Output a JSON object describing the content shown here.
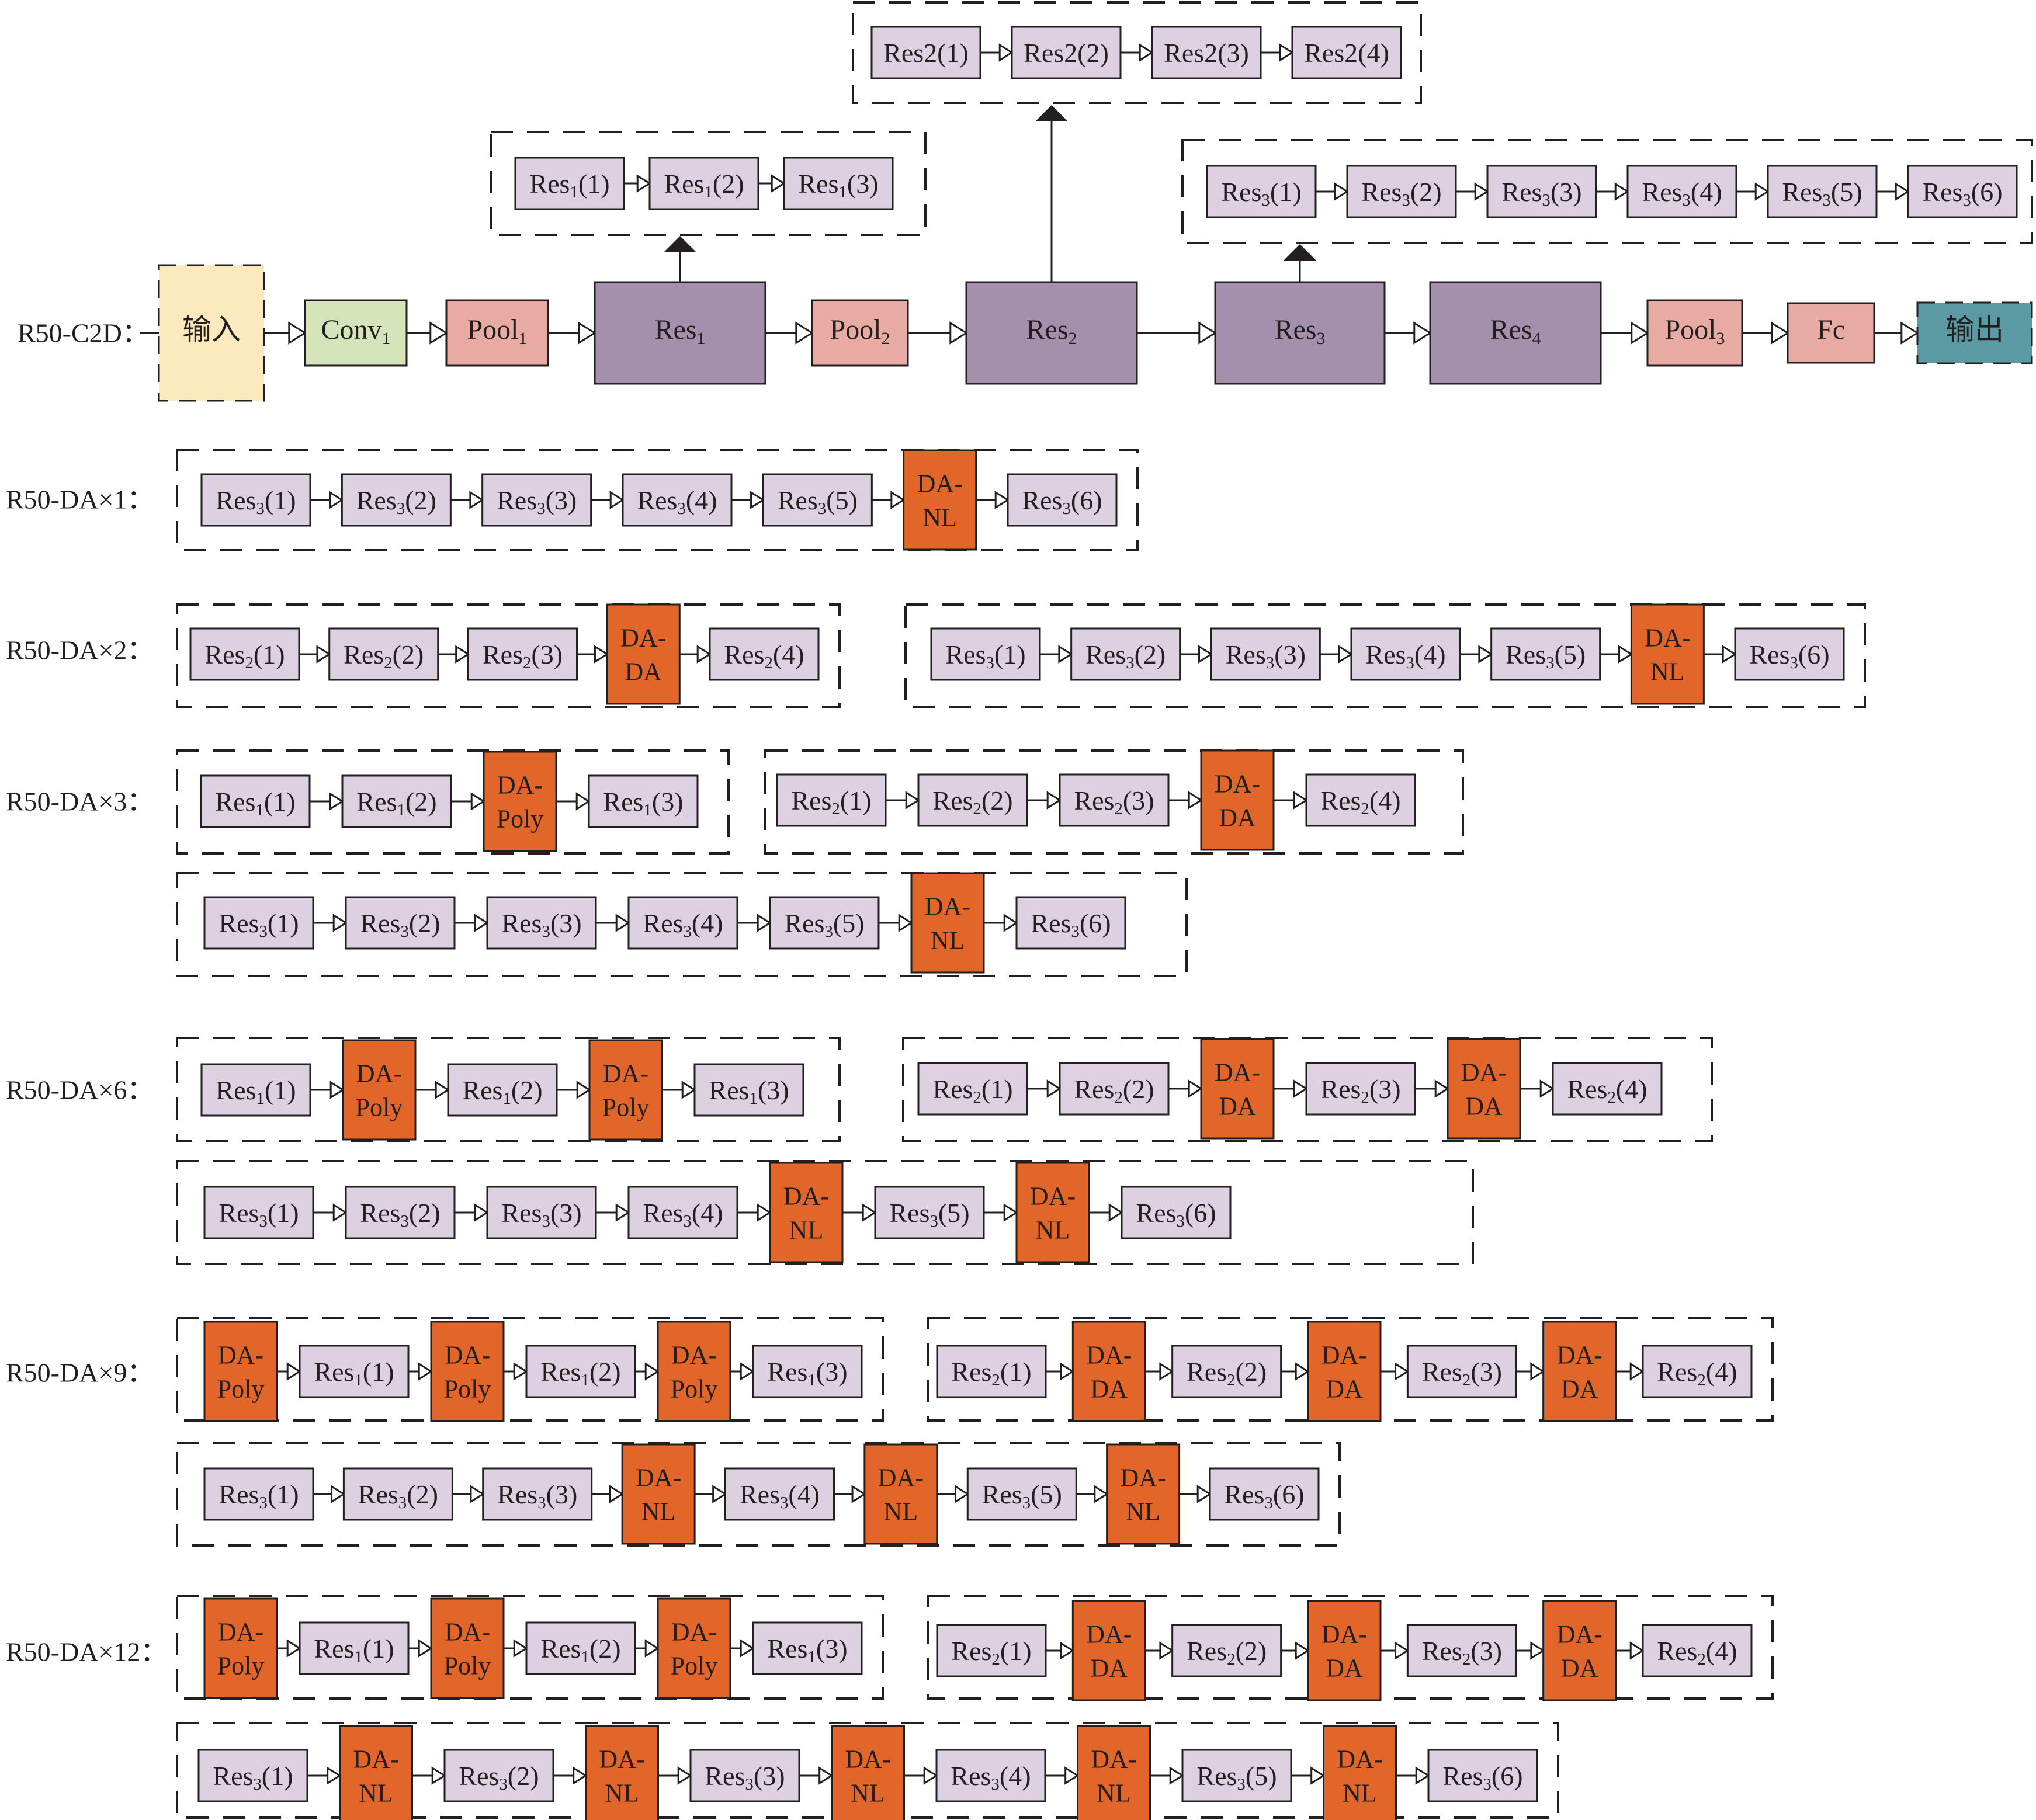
{
  "colors": {
    "res_small": "#ddd0e0",
    "res_big": "#a48fad",
    "da": "#e2652a",
    "input": "#fce9bd",
    "conv": "#d6e4bc",
    "pool": "#e8aba4",
    "output": "#5b9aa3",
    "line": "#231f20"
  },
  "main": {
    "row_label": "R50-C2D：",
    "nodes": [
      {
        "text": "输入"
      },
      {
        "base": "Conv",
        "sub": "1"
      },
      {
        "base": "Pool",
        "sub": "1"
      },
      {
        "base": "Res",
        "sub": "1"
      },
      {
        "base": "Pool",
        "sub": "2"
      },
      {
        "base": "Res",
        "sub": "2"
      },
      {
        "base": "Res",
        "sub": "3"
      },
      {
        "base": "Res",
        "sub": "4"
      },
      {
        "base": "Pool",
        "sub": "3"
      },
      {
        "text": "Fc"
      },
      {
        "text": "输出"
      }
    ],
    "res1_expansion": [
      {
        "base": "Res",
        "sub": "1",
        "suffix": "(1)"
      },
      {
        "base": "Res",
        "sub": "1",
        "suffix": "(2)"
      },
      {
        "base": "Res",
        "sub": "1",
        "suffix": "(3)"
      }
    ],
    "res2_expansion": [
      {
        "text": "Res2(1)"
      },
      {
        "text": "Res2(2)"
      },
      {
        "text": "Res2(3)"
      },
      {
        "text": "Res2(4)"
      }
    ],
    "res3_expansion": [
      {
        "base": "Res",
        "sub": "3",
        "suffix": "(1)"
      },
      {
        "base": "Res",
        "sub": "3",
        "suffix": "(2)"
      },
      {
        "base": "Res",
        "sub": "3",
        "suffix": "(3)"
      },
      {
        "base": "Res",
        "sub": "3",
        "suffix": "(4)"
      },
      {
        "base": "Res",
        "sub": "3",
        "suffix": "(5)"
      },
      {
        "base": "Res",
        "sub": "3",
        "suffix": "(6)"
      }
    ]
  },
  "variants": [
    {
      "label": "R50-DA×1：",
      "groups": [
        [
          {
            "base": "Res",
            "sub": "3",
            "suffix": "(1)"
          },
          {
            "base": "Res",
            "sub": "3",
            "suffix": "(2)"
          },
          {
            "base": "Res",
            "sub": "3",
            "suffix": "(3)"
          },
          {
            "base": "Res",
            "sub": "3",
            "suffix": "(4)"
          },
          {
            "base": "Res",
            "sub": "3",
            "suffix": "(5)"
          },
          {
            "da": true,
            "line1": "DA-",
            "line2": "NL"
          },
          {
            "base": "Res",
            "sub": "3",
            "suffix": "(6)"
          }
        ]
      ]
    },
    {
      "label": "R50-DA×2：",
      "groups": [
        [
          {
            "base": "Res",
            "sub": "2",
            "suffix": "(1)"
          },
          {
            "base": "Res",
            "sub": "2",
            "suffix": "(2)"
          },
          {
            "base": "Res",
            "sub": "2",
            "suffix": "(3)"
          },
          {
            "da": true,
            "line1": "DA-",
            "line2": "DA"
          },
          {
            "base": "Res",
            "sub": "2",
            "suffix": "(4)"
          }
        ],
        [
          {
            "base": "Res",
            "sub": "3",
            "suffix": "(1)"
          },
          {
            "base": "Res",
            "sub": "3",
            "suffix": "(2)"
          },
          {
            "base": "Res",
            "sub": "3",
            "suffix": "(3)"
          },
          {
            "base": "Res",
            "sub": "3",
            "suffix": "(4)"
          },
          {
            "base": "Res",
            "sub": "3",
            "suffix": "(5)"
          },
          {
            "da": true,
            "line1": "DA-",
            "line2": "NL"
          },
          {
            "base": "Res",
            "sub": "3",
            "suffix": "(6)"
          }
        ]
      ]
    },
    {
      "label": "R50-DA×3：",
      "groups": [
        [
          {
            "base": "Res",
            "sub": "1",
            "suffix": "(1)"
          },
          {
            "base": "Res",
            "sub": "1",
            "suffix": "(2)"
          },
          {
            "da": true,
            "line1": "DA-",
            "line2": "Poly"
          },
          {
            "base": "Res",
            "sub": "1",
            "suffix": "(3)"
          }
        ],
        [
          {
            "base": "Res",
            "sub": "2",
            "suffix": "(1)"
          },
          {
            "base": "Res",
            "sub": "2",
            "suffix": "(2)"
          },
          {
            "base": "Res",
            "sub": "2",
            "suffix": "(3)"
          },
          {
            "da": true,
            "line1": "DA-",
            "line2": "DA"
          },
          {
            "base": "Res",
            "sub": "2",
            "suffix": "(4)"
          }
        ],
        [
          {
            "base": "Res",
            "sub": "3",
            "suffix": "(1)"
          },
          {
            "base": "Res",
            "sub": "3",
            "suffix": "(2)"
          },
          {
            "base": "Res",
            "sub": "3",
            "suffix": "(3)"
          },
          {
            "base": "Res",
            "sub": "3",
            "suffix": "(4)"
          },
          {
            "base": "Res",
            "sub": "3",
            "suffix": "(5)"
          },
          {
            "da": true,
            "line1": "DA-",
            "line2": "NL"
          },
          {
            "base": "Res",
            "sub": "3",
            "suffix": "(6)"
          }
        ]
      ]
    },
    {
      "label": "R50-DA×6：",
      "groups": [
        [
          {
            "base": "Res",
            "sub": "1",
            "suffix": "(1)"
          },
          {
            "da": true,
            "line1": "DA-",
            "line2": "Poly"
          },
          {
            "base": "Res",
            "sub": "1",
            "suffix": "(2)"
          },
          {
            "da": true,
            "line1": "DA-",
            "line2": "Poly"
          },
          {
            "base": "Res",
            "sub": "1",
            "suffix": "(3)"
          }
        ],
        [
          {
            "base": "Res",
            "sub": "2",
            "suffix": "(1)"
          },
          {
            "base": "Res",
            "sub": "2",
            "suffix": "(2)"
          },
          {
            "da": true,
            "line1": "DA-",
            "line2": "DA"
          },
          {
            "base": "Res",
            "sub": "2",
            "suffix": "(3)"
          },
          {
            "da": true,
            "line1": "DA-",
            "line2": "DA"
          },
          {
            "base": "Res",
            "sub": "2",
            "suffix": "(4)"
          }
        ],
        [
          {
            "base": "Res",
            "sub": "3",
            "suffix": "(1)"
          },
          {
            "base": "Res",
            "sub": "3",
            "suffix": "(2)"
          },
          {
            "base": "Res",
            "sub": "3",
            "suffix": "(3)"
          },
          {
            "base": "Res",
            "sub": "3",
            "suffix": "(4)"
          },
          {
            "da": true,
            "line1": "DA-",
            "line2": "NL"
          },
          {
            "base": "Res",
            "sub": "3",
            "suffix": "(5)"
          },
          {
            "da": true,
            "line1": "DA-",
            "line2": "NL"
          },
          {
            "base": "Res",
            "sub": "3",
            "suffix": "(6)"
          }
        ]
      ]
    },
    {
      "label": "R50-DA×9：",
      "groups": [
        [
          {
            "da": true,
            "line1": "DA-",
            "line2": "Poly"
          },
          {
            "base": "Res",
            "sub": "1",
            "suffix": "(1)"
          },
          {
            "da": true,
            "line1": "DA-",
            "line2": "Poly"
          },
          {
            "base": "Res",
            "sub": "1",
            "suffix": "(2)"
          },
          {
            "da": true,
            "line1": "DA-",
            "line2": "Poly"
          },
          {
            "base": "Res",
            "sub": "1",
            "suffix": "(3)"
          }
        ],
        [
          {
            "base": "Res",
            "sub": "2",
            "suffix": "(1)"
          },
          {
            "da": true,
            "line1": "DA-",
            "line2": "DA"
          },
          {
            "base": "Res",
            "sub": "2",
            "suffix": "(2)"
          },
          {
            "da": true,
            "line1": "DA-",
            "line2": "DA"
          },
          {
            "base": "Res",
            "sub": "2",
            "suffix": "(3)"
          },
          {
            "da": true,
            "line1": "DA-",
            "line2": "DA"
          },
          {
            "base": "Res",
            "sub": "2",
            "suffix": "(4)"
          }
        ],
        [
          {
            "base": "Res",
            "sub": "3",
            "suffix": "(1)"
          },
          {
            "base": "Res",
            "sub": "3",
            "suffix": "(2)"
          },
          {
            "base": "Res",
            "sub": "3",
            "suffix": "(3)"
          },
          {
            "da": true,
            "line1": "DA-",
            "line2": "NL"
          },
          {
            "base": "Res",
            "sub": "3",
            "suffix": "(4)"
          },
          {
            "da": true,
            "line1": "DA-",
            "line2": "NL"
          },
          {
            "base": "Res",
            "sub": "3",
            "suffix": "(5)"
          },
          {
            "da": true,
            "line1": "DA-",
            "line2": "NL"
          },
          {
            "base": "Res",
            "sub": "3",
            "suffix": "(6)"
          }
        ]
      ]
    },
    {
      "label": "R50-DA×12：",
      "groups": [
        [
          {
            "da": true,
            "line1": "DA-",
            "line2": "Poly"
          },
          {
            "base": "Res",
            "sub": "1",
            "suffix": "(1)"
          },
          {
            "da": true,
            "line1": "DA-",
            "line2": "Poly"
          },
          {
            "base": "Res",
            "sub": "1",
            "suffix": "(2)"
          },
          {
            "da": true,
            "line1": "DA-",
            "line2": "Poly"
          },
          {
            "base": "Res",
            "sub": "1",
            "suffix": "(3)"
          }
        ],
        [
          {
            "base": "Res",
            "sub": "2",
            "suffix": "(1)"
          },
          {
            "da": true,
            "line1": "DA-",
            "line2": "DA"
          },
          {
            "base": "Res",
            "sub": "2",
            "suffix": "(2)"
          },
          {
            "da": true,
            "line1": "DA-",
            "line2": "DA"
          },
          {
            "base": "Res",
            "sub": "2",
            "suffix": "(3)"
          },
          {
            "da": true,
            "line1": "DA-",
            "line2": "DA"
          },
          {
            "base": "Res",
            "sub": "2",
            "suffix": "(4)"
          }
        ],
        [
          {
            "base": "Res",
            "sub": "3",
            "suffix": "(1)"
          },
          {
            "da": true,
            "line1": "DA-",
            "line2": "NL"
          },
          {
            "base": "Res",
            "sub": "3",
            "suffix": "(2)"
          },
          {
            "da": true,
            "line1": "DA-",
            "line2": "NL"
          },
          {
            "base": "Res",
            "sub": "3",
            "suffix": "(3)"
          },
          {
            "da": true,
            "line1": "DA-",
            "line2": "NL"
          },
          {
            "base": "Res",
            "sub": "3",
            "suffix": "(4)"
          },
          {
            "da": true,
            "line1": "DA-",
            "line2": "NL"
          },
          {
            "base": "Res",
            "sub": "3",
            "suffix": "(5)"
          },
          {
            "da": true,
            "line1": "DA-",
            "line2": "NL"
          },
          {
            "base": "Res",
            "sub": "3",
            "suffix": "(6)"
          }
        ]
      ]
    }
  ]
}
